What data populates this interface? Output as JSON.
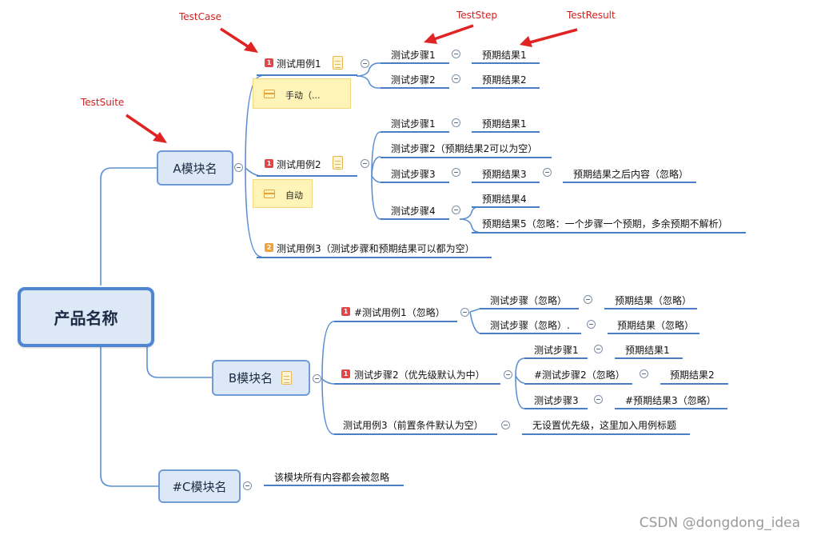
{
  "annotations": {
    "testcase": "TestCase",
    "teststep": "TestStep",
    "testresult": "TestResult",
    "testsuite": "TestSuite"
  },
  "root": {
    "label": "产品名称"
  },
  "module_a": {
    "label": "A模块名",
    "case1": {
      "label": "测试用例1",
      "priority": "1",
      "step1": "测试步骤1",
      "result1": "预期结果1",
      "step2": "测试步骤2",
      "result2": "预期结果2",
      "tag": "手动（..."
    },
    "case2": {
      "label": "测试用例2",
      "priority": "1",
      "step1": "测试步骤1",
      "result1": "预期结果1",
      "step2": "测试步骤2（预期结果2可以为空）",
      "step3": "测试步骤3",
      "result3": "预期结果3",
      "result3_extra": "预期结果之后内容（忽略）",
      "step4": "测试步骤4",
      "result4": "预期结果4",
      "result5": "预期结果5（忽略：一个步骤一个预期，多余预期不解析）",
      "tag": "自动"
    },
    "case3": {
      "label": "测试用例3（测试步骤和预期结果可以都为空）",
      "priority": "2"
    }
  },
  "module_b": {
    "label": "B模块名",
    "case1": {
      "label": "#测试用例1（忽略）",
      "priority": "1",
      "step1": "测试步骤（忽略）",
      "result1": "预期结果（忽略）",
      "step2": "测试步骤（忽略）.",
      "result2": "预期结果（忽略）"
    },
    "case2": {
      "label": "测试步骤2（优先级默认为中）",
      "priority": "1",
      "step1": "测试步骤1",
      "result1": "预期结果1",
      "step2": "#测试步骤2（忽略）",
      "result2": "预期结果2",
      "step3": "测试步骤3",
      "result3": "#预期结果3（忽略）"
    },
    "case3": {
      "label": "测试用例3（前置条件默认为空）",
      "child": "无设置优先级，这里加入用例标题"
    }
  },
  "module_c": {
    "label": "#C模块名",
    "child": "该模块所有内容都会被忽略"
  },
  "watermark": "CSDN @dongdong_idea",
  "colors": {
    "connector": "#5b8fd1",
    "node_fill": "#dce8f6",
    "annotation": "#d31f1f",
    "priority_1": "#e0464a",
    "priority_2": "#f2a23a",
    "label_fill": "#fff4b8"
  }
}
